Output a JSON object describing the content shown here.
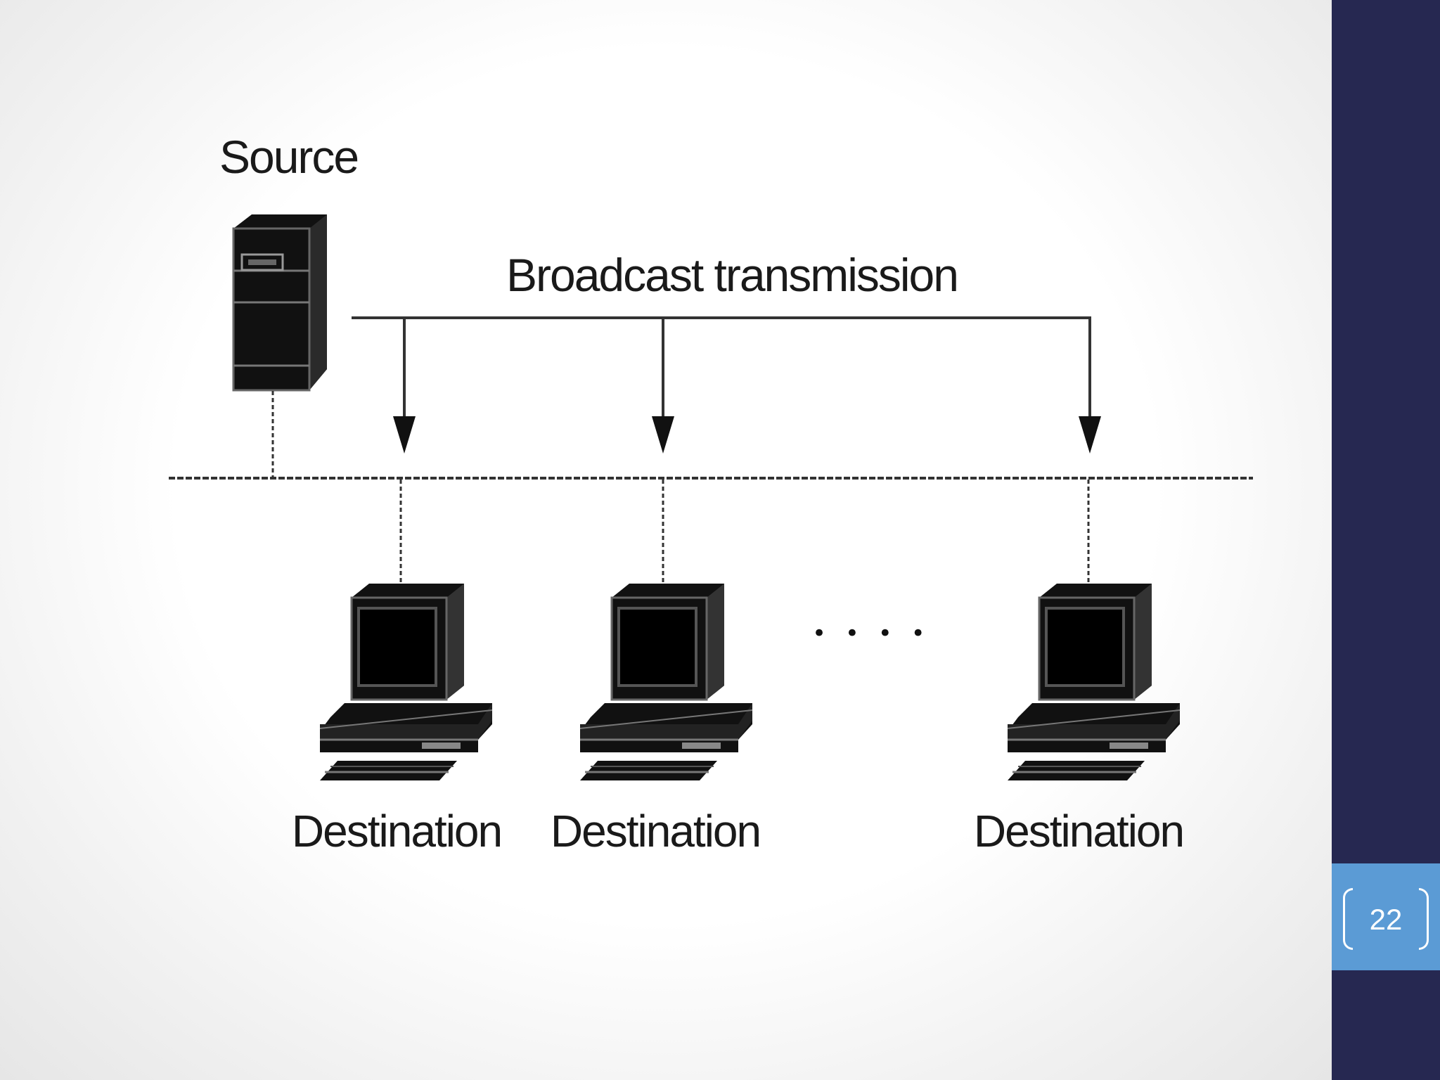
{
  "slide": {
    "page_number": "22"
  },
  "diagram": {
    "source_label": "Source",
    "transmission_label": "Broadcast transmission",
    "destinations": [
      {
        "label": "Destination"
      },
      {
        "label": "Destination"
      },
      {
        "label": "Destination"
      }
    ],
    "ellipsis": "• • • •"
  },
  "colors": {
    "sidebar": "#262851",
    "page_box": "#5b9bd5",
    "page_bracket": "#ffffff",
    "ink": "#111111"
  },
  "icons": {
    "source": "server-icon",
    "destination": "computer-icon"
  }
}
